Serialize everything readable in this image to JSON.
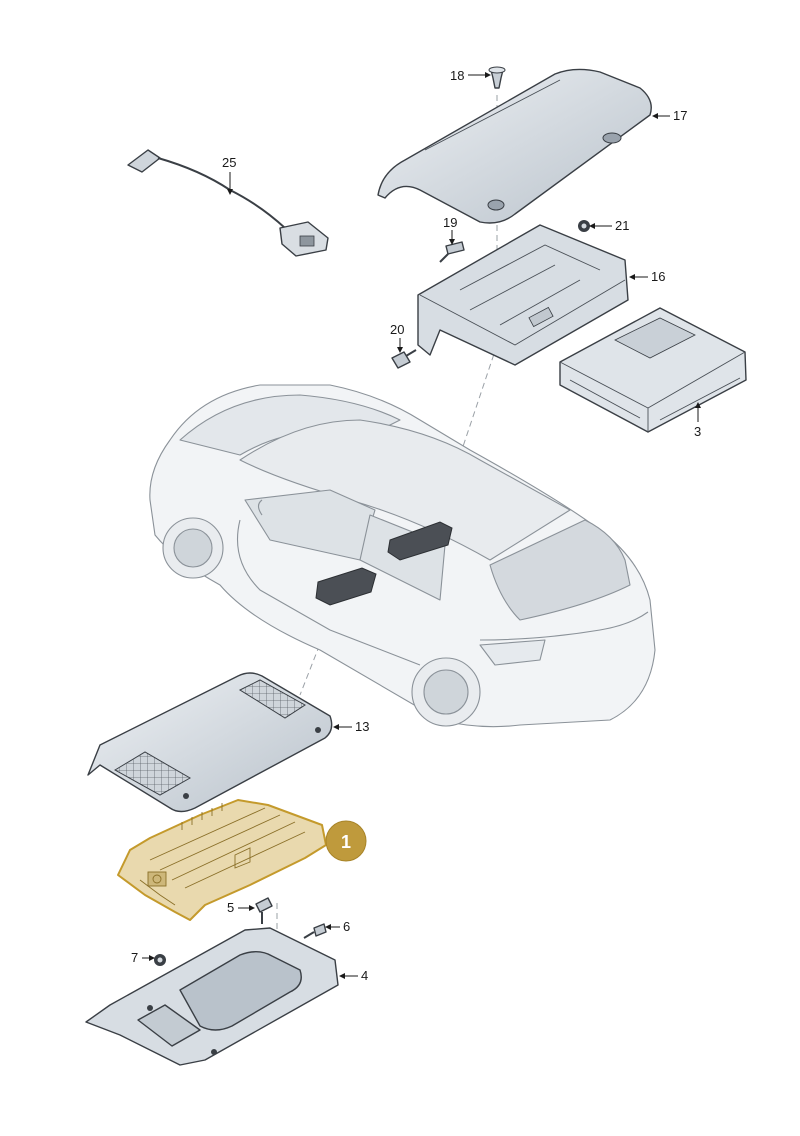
{
  "labels": {
    "p1": "1",
    "p3": "3",
    "p4": "4",
    "p5": "5",
    "p6": "6",
    "p7": "7",
    "p13": "13",
    "p16": "16",
    "p17": "17",
    "p18": "18",
    "p19": "19",
    "p20": "20",
    "p21": "21",
    "p25": "25"
  },
  "colors": {
    "highlight_part": "#e9d9ae",
    "highlight_outline": "#c49a2c",
    "callout": "#bf9a3c",
    "part_fill": "#d7dde3",
    "car_fill": "#f1f3f5"
  }
}
